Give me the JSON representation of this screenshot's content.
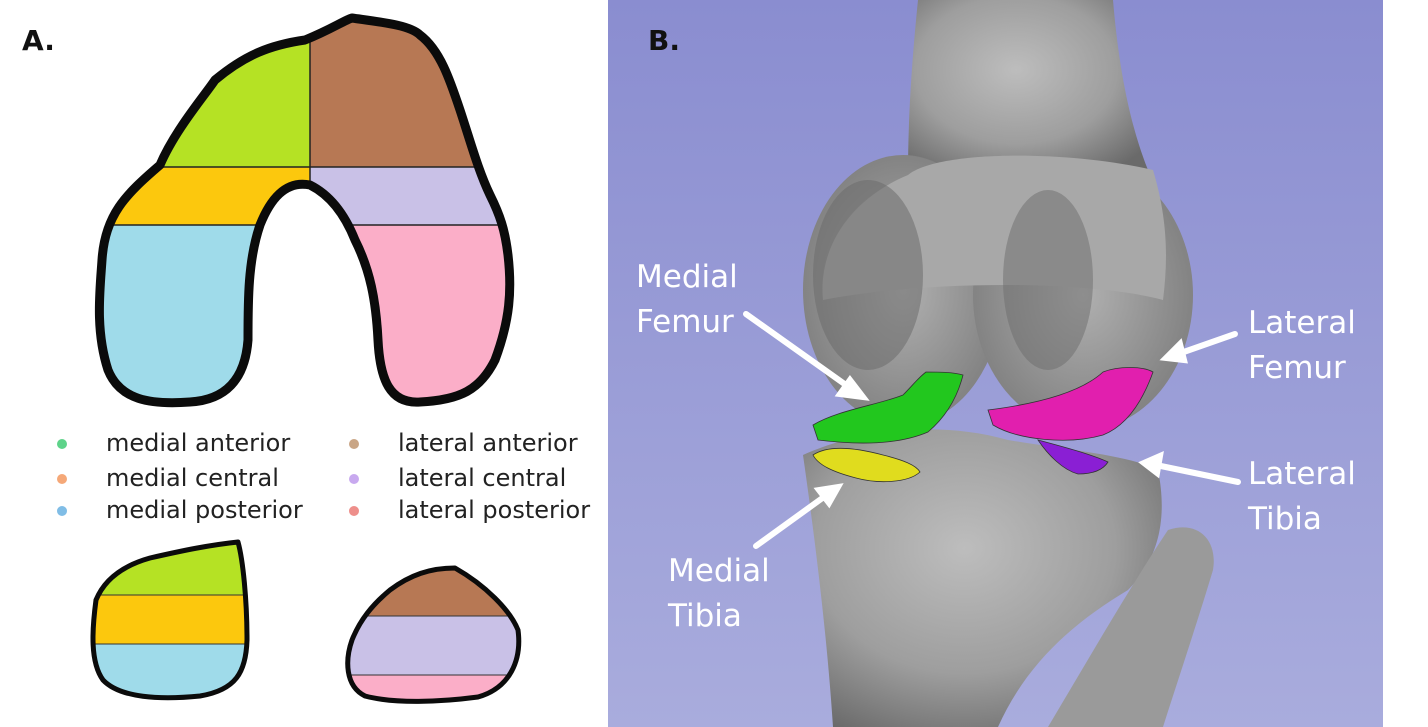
{
  "panel_a": {
    "label": "A.",
    "legend": [
      {
        "text": "medial anterior",
        "color": "#5ed38a"
      },
      {
        "text": "medial central",
        "color": "#f5a878"
      },
      {
        "text": "medial posterior",
        "color": "#80bde6"
      },
      {
        "text": "lateral anterior",
        "color": "#c9a585"
      },
      {
        "text": "lateral central",
        "color": "#c8a9ef"
      },
      {
        "text": "lateral posterior",
        "color": "#ee8f8b"
      }
    ],
    "region_colors": {
      "medial_anterior": "#b5e224",
      "medial_central": "#fcc80d",
      "medial_posterior": "#9fdbea",
      "lateral_anterior": "#b77854",
      "lateral_central": "#c9c1e7",
      "lateral_posterior": "#fbaec8"
    }
  },
  "panel_b": {
    "label": "B.",
    "background": "#8f93d2",
    "callouts": {
      "medial_femur": [
        "Medial",
        "Femur"
      ],
      "lateral_femur": [
        "Lateral",
        "Femur"
      ],
      "lateral_tibia": [
        "Lateral",
        "Tibia"
      ],
      "medial_tibia": [
        "Medial",
        "Tibia"
      ]
    },
    "cartilage_colors": {
      "medial_femur": "#22c71e",
      "lateral_femur": "#e11fae",
      "lateral_tibia": "#8a1fd4",
      "medial_tibia": "#e0dc1e"
    }
  }
}
